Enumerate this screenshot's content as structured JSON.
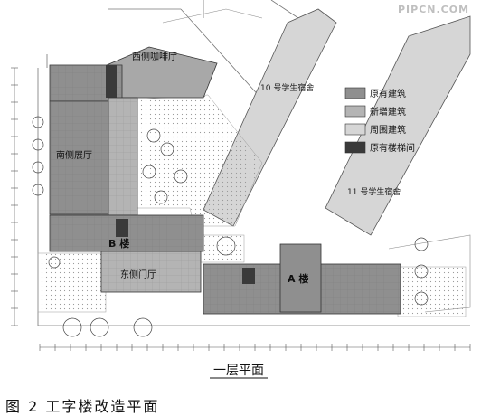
{
  "watermark": "PIPCN.COM",
  "plan_title": "一层平面",
  "caption": "图 2  工字楼改造平面",
  "rooms": {
    "west_cafe": "西侧咖啡厅",
    "south_hall": "南侧展厅",
    "building_b": "B 楼",
    "east_foyer": "东侧门厅",
    "building_a": "A 楼"
  },
  "surroundings": {
    "dorm_10": "10 号学生宿舍",
    "dorm_11": "11 号学生宿舍"
  },
  "legend": [
    {
      "label": "原有建筑",
      "color": "#8f8f8f"
    },
    {
      "label": "新增建筑",
      "color": "#b4b4b4"
    },
    {
      "label": "周围建筑",
      "color": "#d6d6d6"
    },
    {
      "label": "原有楼梯间",
      "color": "#3a3a3a"
    }
  ]
}
